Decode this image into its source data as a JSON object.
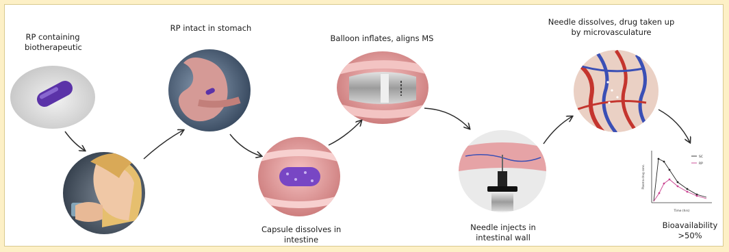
{
  "steps": {
    "rp": {
      "line1": "RP containing",
      "line2": "biotherapeutic"
    },
    "stomach": {
      "label": "RP intact in stomach"
    },
    "balloon": {
      "label": "Balloon inflates, aligns MS"
    },
    "dissolve": {
      "line1": "Needle dissolves, drug taken up",
      "line2": "by microvasculature"
    },
    "capsule": {
      "line1": "Capsule dissolves in",
      "line2": "intestine"
    },
    "inject": {
      "line1": "Needle injects in",
      "line2": "intestinal wall"
    },
    "bio": {
      "line1": "Bioavailability",
      "line2": ">50%"
    }
  },
  "graph": {
    "legend": [
      "SC",
      "RP"
    ],
    "ylabel": "Plasma drug conc.",
    "xlabel": "Time (hrs)"
  },
  "colors": {
    "background": "#fdf0c6",
    "tissue": "#e8a2a4",
    "capsule": "#6b3fb0",
    "vessel_red": "#c4352e",
    "vessel_blue": "#3a4fb5",
    "arrow": "#2b2b2b"
  }
}
